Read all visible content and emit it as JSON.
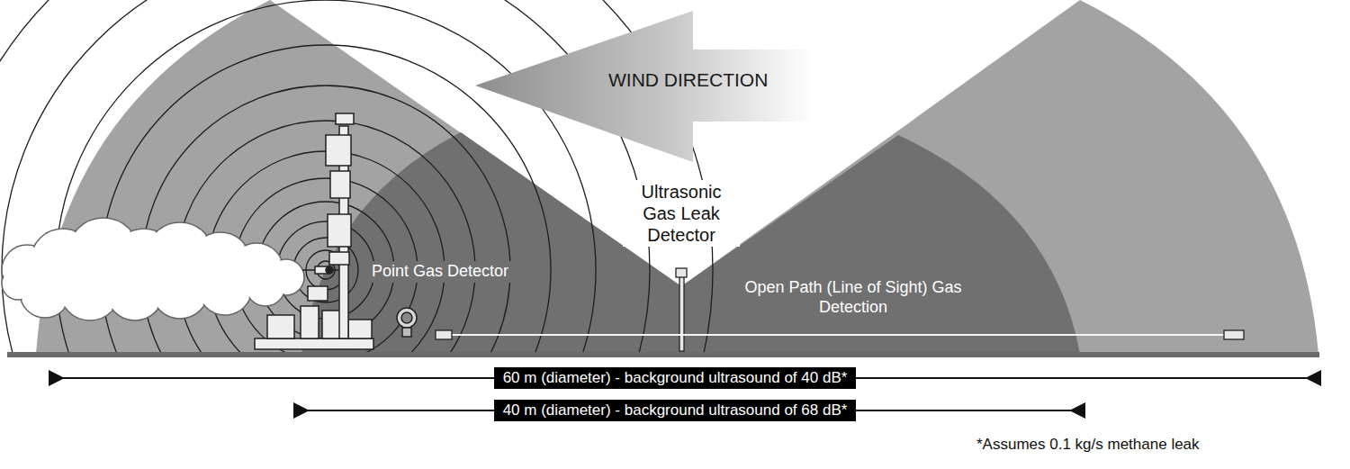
{
  "diagram": {
    "nodes": [
      {
        "text": [
          "60 m (diameter) - background ultrasound of 40 dB*"
        ]
      },
      {
        "text": [
          "40 m (diameter) - background ultrasound of 68 dB*"
        ]
      }
    ],
    "labels": [
      "WIND DIRECTION",
      "Ultrasonic Gas Leak Detector",
      "Point Gas Detector",
      "Open Path (Line of Sight) Gas Detection",
      "*Assumes 0.1 kg/s methane leak"
    ]
  }
}
